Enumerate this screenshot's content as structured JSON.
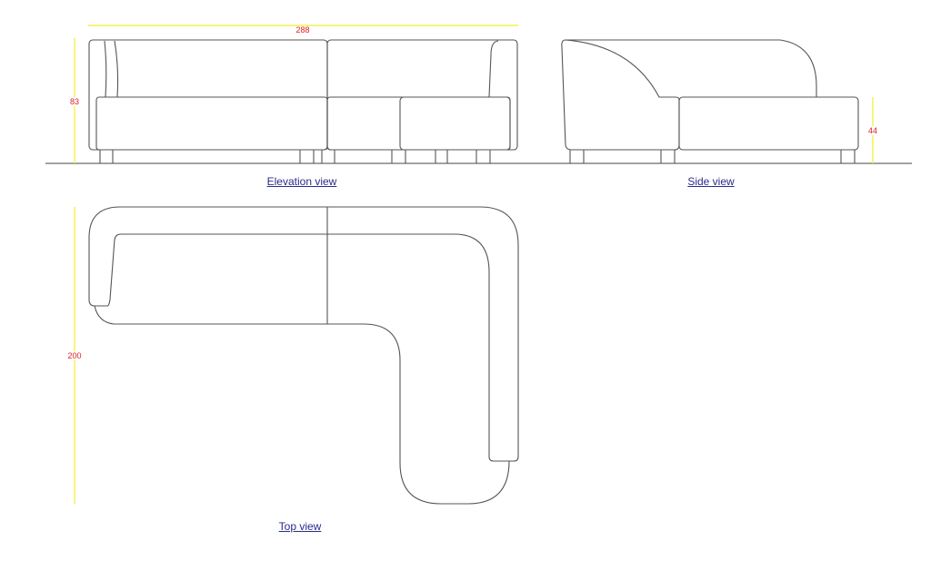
{
  "elevation": {
    "label": "Elevation view",
    "width_dim": "288",
    "height_dim": "83"
  },
  "side": {
    "label": "Side view",
    "seat_height_dim": "44"
  },
  "top": {
    "label": "Top view",
    "depth_dim": "200"
  },
  "colors": {
    "dimension_line": "#f2ee2a",
    "dimension_text": "#e02020",
    "link": "#2b2b8c",
    "outline": "#555555"
  }
}
